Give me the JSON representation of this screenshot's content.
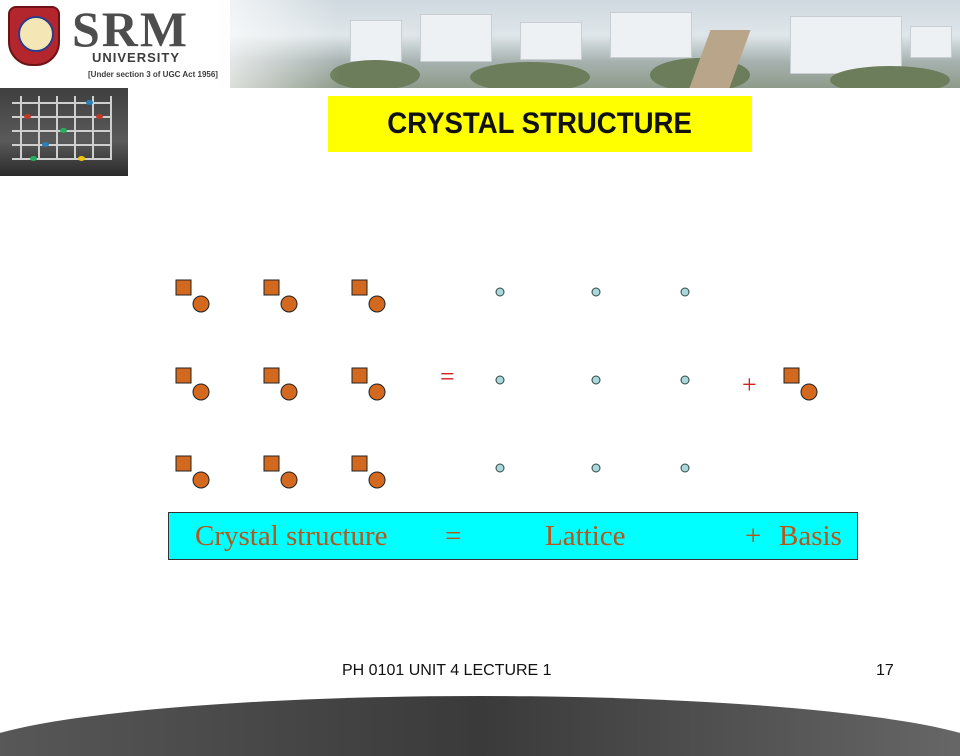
{
  "header": {
    "logo_name": "SRM",
    "logo_sub": "UNIVERSITY",
    "logo_note": "[Under section 3 of UGC Act 1956]"
  },
  "slide": {
    "title": "CRYSTAL STRUCTURE"
  },
  "diagram": {
    "lattice_rows": 3,
    "lattice_cols": 3,
    "operator_equals": "=",
    "operator_plus": "+",
    "colors": {
      "atom_fill": "#d2691e",
      "atom_stroke": "#222222",
      "lattice_point_fill": "#a8d8d8",
      "lattice_point_stroke": "#334444",
      "operator": "#d02020"
    }
  },
  "equation": {
    "term_crystal": "Crystal structure",
    "op_equals": "=",
    "term_lattice": "Lattice",
    "op_plus": "+",
    "term_basis": "Basis"
  },
  "footer": {
    "lecture": "PH 0101    UNIT 4    LECTURE 1",
    "page_number": "17"
  }
}
